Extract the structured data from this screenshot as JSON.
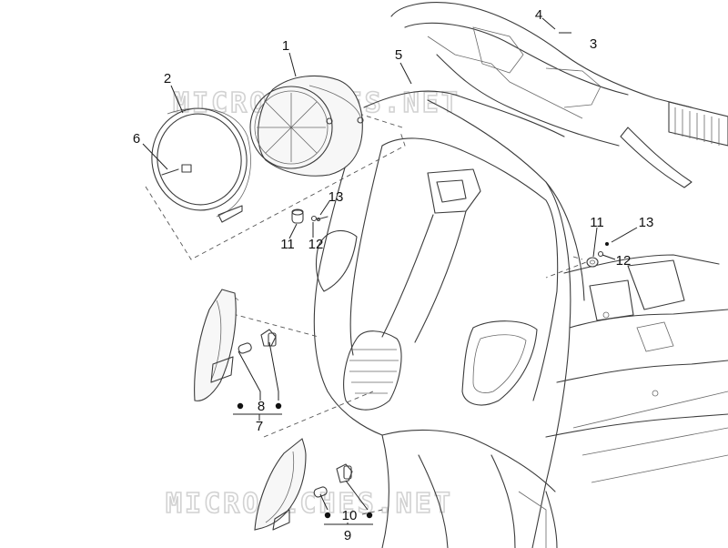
{
  "watermark": {
    "top_text": "MICROFICHES.NET",
    "bottom_text": "MICROFICHES.NET"
  },
  "callouts": {
    "c1": "1",
    "c2": "2",
    "c3": "3",
    "c4": "4",
    "c5": "5",
    "c6": "6",
    "c7": "7",
    "c8": "8",
    "c9": "9",
    "c10": "10",
    "c11a": "11",
    "c12a": "12",
    "c13a": "13",
    "c11b": "11",
    "c12b": "12",
    "c13b": "13"
  },
  "colors": {
    "line": "#3c3c3c",
    "watermark": "#d2d2d2",
    "background": "#ffffff"
  }
}
